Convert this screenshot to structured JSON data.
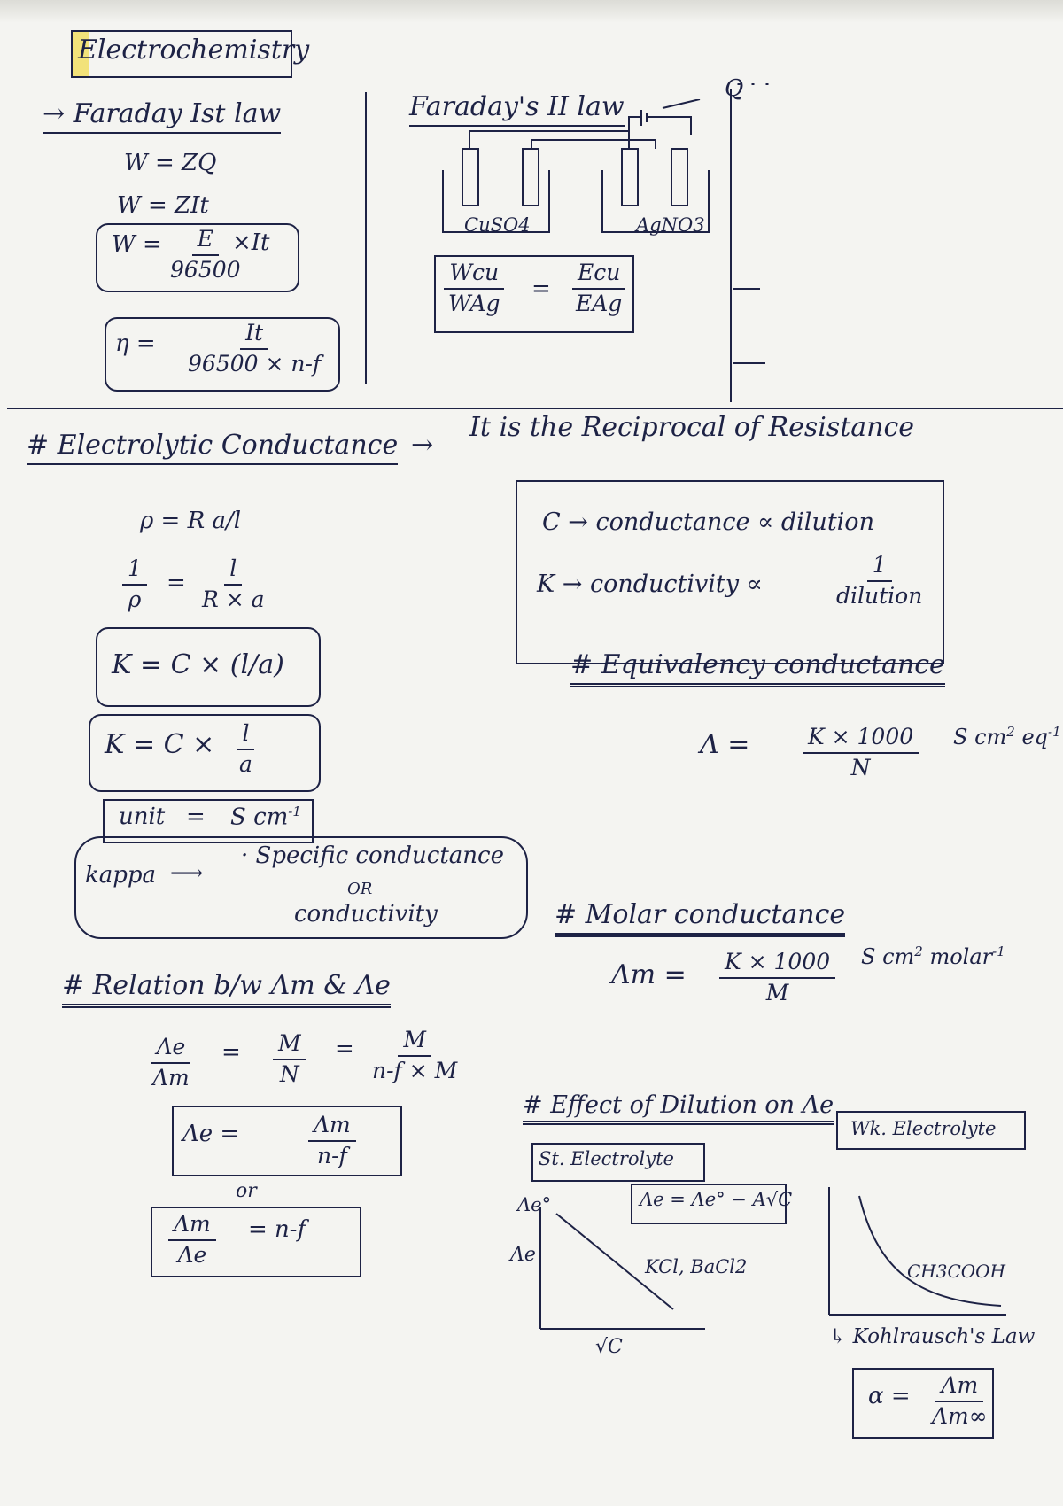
{
  "title": "Electrochemistry",
  "faraday1": {
    "heading": "→ Faraday Ist law",
    "eq1": "W = ZQ",
    "eq2": "W = ZIt",
    "eq3_lhs": "W =",
    "eq3_num": "E",
    "eq3_den": "96500",
    "eq3_tail": "×It",
    "eq4_lhs": "η =",
    "eq4_num": "It",
    "eq4_den": "96500 × n-f"
  },
  "faraday2": {
    "heading": "Faraday's II law",
    "q_label": "Q",
    "cell1": "CuSO4",
    "cell2": "AgNO3",
    "ratio_lhs_num": "Wcu",
    "ratio_lhs_den": "WAg",
    "ratio_eq": "=",
    "ratio_rhs_num": "Ecu",
    "ratio_rhs_den": "EAg"
  },
  "conductance": {
    "heading": "# Electrolytic Conductance",
    "arrow": "→",
    "desc": "It is the Reciprocal of Resistance",
    "rho_eq": "ρ = R a/l",
    "inv_lhs_num": "1",
    "inv_lhs_den": "ρ",
    "inv_eq": "=",
    "inv_rhs_num": "l",
    "inv_rhs_den": "R × a",
    "kappa1": "K = C × (l/a)",
    "kappa2_lhs": "K = C ×",
    "kappa2_num": "l",
    "kappa2_den": "a",
    "unit_label": "unit",
    "unit_eq": "=",
    "unit_val": "S cm",
    "unit_exp": "-1",
    "kappa_label": "kappa",
    "kappa_arrow": "⟶",
    "kappa_desc1": "· Specific conductance",
    "kappa_or": "OR",
    "kappa_desc2": "conductivity"
  },
  "dilution_box": {
    "line1": "C → conductance ∝ dilution",
    "line2_lhs": "K → conductivity ∝",
    "line2_num": "1",
    "line2_den": "dilution"
  },
  "equivalency": {
    "heading": "# Equivalency conductance",
    "lhs": "Λ =",
    "num": "K × 1000",
    "den": "N",
    "unit": "S cm",
    "unit_exp1": "2",
    "unit_mid": " eq",
    "unit_exp2": "-1"
  },
  "molar": {
    "heading": "# Molar conductance",
    "lhs": "Λm =",
    "num": "K × 1000",
    "den": "M",
    "unit": "S cm",
    "unit_exp1": "2",
    "unit_mid": " molar",
    "unit_exp2": "-1"
  },
  "relation": {
    "heading": "# Relation b/w  Λm & Λe",
    "r1_a_num": "Λe",
    "r1_a_den": "Λm",
    "r1_eq": "=",
    "r1_b_num": "M",
    "r1_b_den": "N",
    "r1_eq2": "=",
    "r1_c_num": "M",
    "r1_c_den": "n-f × M",
    "r2_lhs": "Λe =",
    "r2_num": "Λm",
    "r2_den": "n-f",
    "or": "or",
    "r3_num": "Λm",
    "r3_den": "Λe",
    "r3_rhs": "=   n-f"
  },
  "dilution_effect": {
    "heading": "# Effect of Dilution on Λe",
    "strong_label": "St. Electrolyte",
    "weak_label": "Wk. Electrolyte",
    "formula": "Λe = Λe° − A√C",
    "y1": "Λe°",
    "y2": "Λe",
    "strong_examples": "KCl, BaCl2",
    "xaxis": "√C",
    "weak_example": "CH3COOH",
    "kohl": "↳ Kohlrausch's Law",
    "alpha_lhs": "α =",
    "alpha_num": "Λm",
    "alpha_den": "Λm∞"
  }
}
